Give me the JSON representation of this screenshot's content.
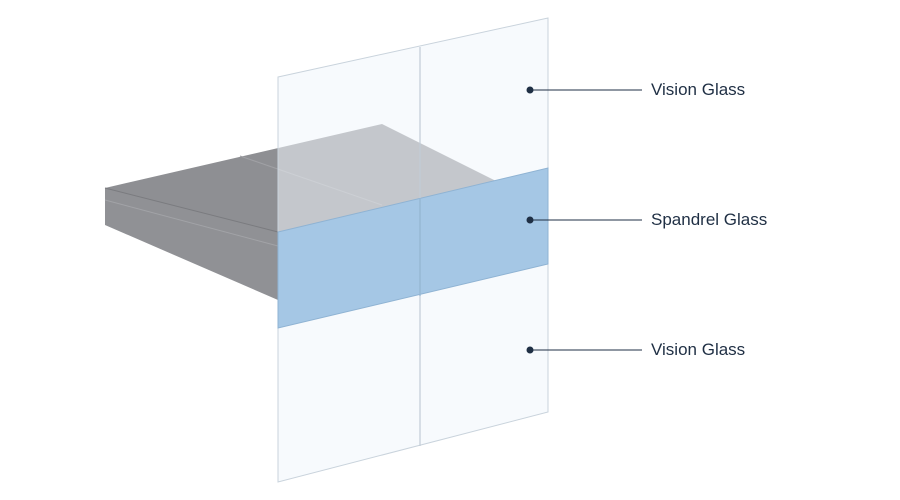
{
  "labels": {
    "vision_top": "Vision Glass",
    "spandrel": "Spandrel Glass",
    "vision_bottom": "Vision Glass"
  },
  "colors": {
    "vision_glass_fill": "#f1f6fb",
    "vision_glass_edge": "#c9d3dc",
    "spandrel_fill": "#a5c7e5",
    "spandrel_edge": "#8fb3d3",
    "slab_top": "#8e8f93",
    "slab_side": "#7e7f83",
    "slab_front": "#909195",
    "leader_line": "#1f2f44",
    "label_text": "#1f2f44"
  }
}
